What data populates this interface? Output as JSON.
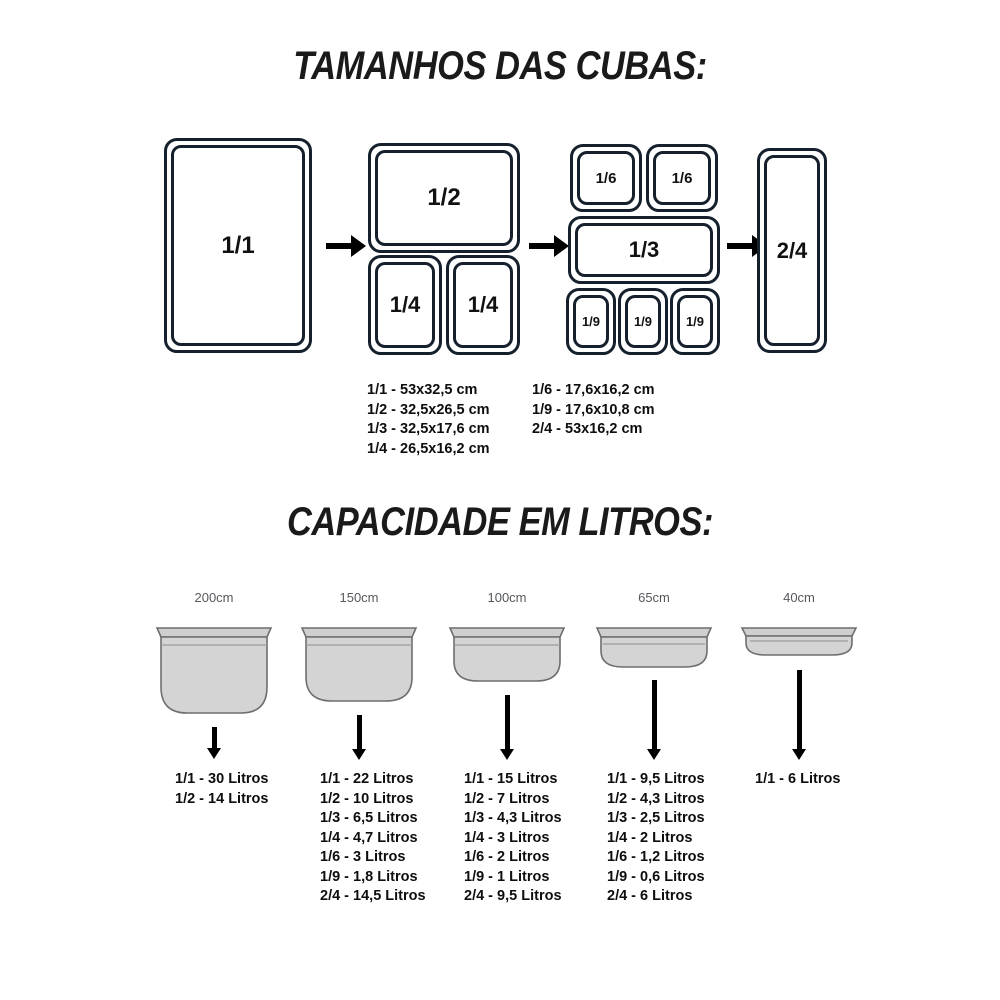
{
  "sections": {
    "sizes_title": "TAMANHOS DAS CUBAS:",
    "capacity_title": "CAPACIDADE EM LITROS:"
  },
  "size_diagram": {
    "groups": [
      {
        "name": "group-1-1",
        "pans": [
          {
            "label": "1/1"
          }
        ]
      },
      {
        "name": "group-half-quarters",
        "pans": [
          {
            "label": "1/2"
          },
          {
            "label": "1/4"
          },
          {
            "label": "1/4"
          }
        ]
      },
      {
        "name": "group-sixth-third-ninth",
        "pans": [
          {
            "label": "1/6"
          },
          {
            "label": "1/6"
          },
          {
            "label": "1/3"
          },
          {
            "label": "1/9"
          },
          {
            "label": "1/9"
          },
          {
            "label": "1/9"
          }
        ]
      },
      {
        "name": "group-2-4",
        "pans": [
          {
            "label": "2/4"
          }
        ]
      }
    ],
    "arrows": [
      "arrow-1",
      "arrow-2",
      "arrow-3"
    ]
  },
  "dimensions": {
    "column_1": [
      "1/1 - 53x32,5 cm",
      "1/2 - 32,5x26,5 cm",
      "1/3 - 32,5x17,6 cm",
      "1/4 - 26,5x16,2 cm"
    ],
    "column_2": [
      "1/6 - 17,6x16,2 cm",
      "1/9 - 17,6x10,8 cm",
      "2/4 - 53x16,2 cm"
    ]
  },
  "capacity": {
    "columns": [
      {
        "depth_label": "200cm",
        "entries": [
          "1/1 - 30 Litros",
          "1/2 - 14 Litros"
        ]
      },
      {
        "depth_label": "150cm",
        "entries": [
          "1/1 - 22 Litros",
          "1/2 - 10 Litros",
          "1/3 - 6,5 Litros",
          "1/4 - 4,7 Litros",
          "1/6 - 3 Litros",
          "1/9 - 1,8 Litros",
          "2/4 - 14,5 Litros"
        ]
      },
      {
        "depth_label": "100cm",
        "entries": [
          "1/1 - 15 Litros",
          "1/2 - 7 Litros",
          "1/3 - 4,3 Litros",
          "1/4 - 3 Litros",
          "1/6 - 2 Litros",
          "1/9 - 1 Litros",
          "2/4 - 9,5 Litros"
        ]
      },
      {
        "depth_label": "65cm",
        "entries": [
          "1/1 - 9,5 Litros",
          "1/2 - 4,3 Litros",
          "1/3 - 2,5 Litros",
          "1/4 - 2 Litros",
          "1/6 - 1,2 Litros",
          "1/9 - 0,6 Litros",
          "2/4 - 6 Litros"
        ]
      },
      {
        "depth_label": "40cm",
        "entries": [
          "1/1 - 6 Litros"
        ]
      }
    ]
  },
  "colors": {
    "pan_outline": "#16202c",
    "vessel_fill": "#d2d2d2",
    "vessel_stroke": "#6e6e6e",
    "arrow": "#000000",
    "text": "#0e0e0e",
    "depth_label": "#55585c",
    "background": "#ffffff"
  }
}
